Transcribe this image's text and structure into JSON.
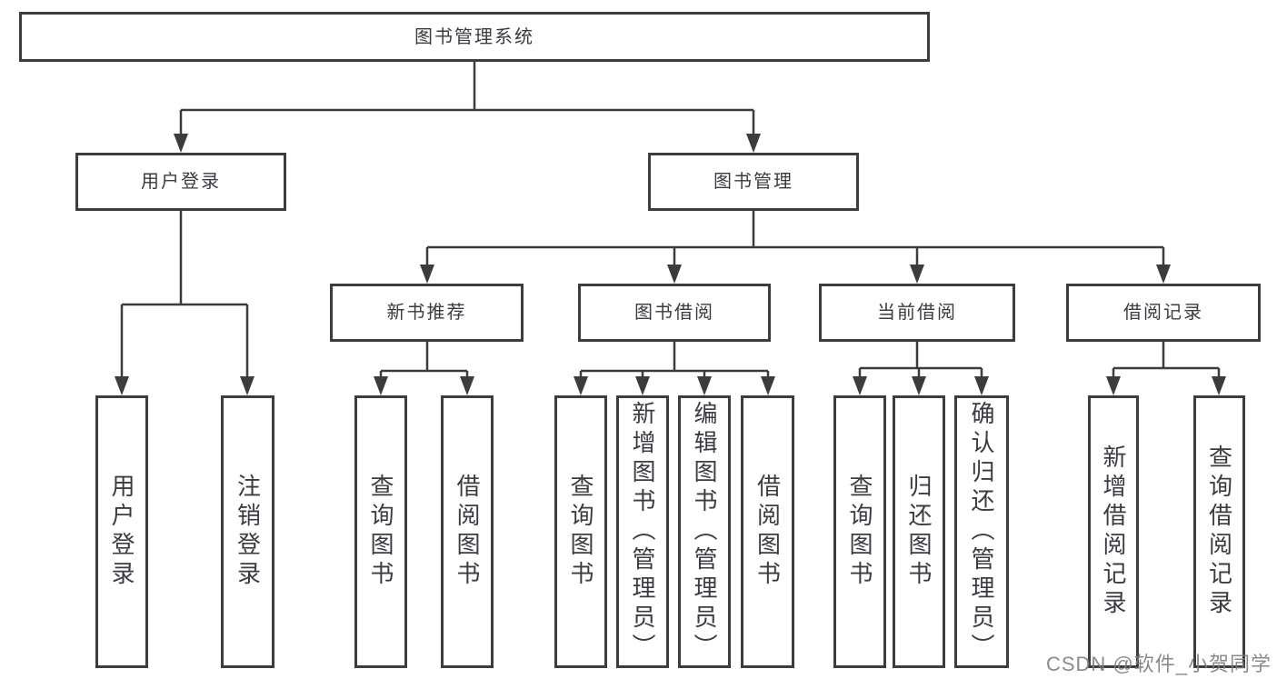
{
  "diagram": {
    "root": {
      "label": "图书管理系统"
    },
    "level2": [
      {
        "label": "用户登录"
      },
      {
        "label": "图书管理"
      }
    ],
    "level3": [
      {
        "label": "新书推荐"
      },
      {
        "label": "图书借阅"
      },
      {
        "label": "当前借阅"
      },
      {
        "label": "借阅记录"
      }
    ],
    "leaves": [
      {
        "label": "用户登录"
      },
      {
        "label": "注销登录"
      },
      {
        "label": "查询图书"
      },
      {
        "label": "借阅图书"
      },
      {
        "label": "查询图书"
      },
      {
        "label": "新增图书（管理员）"
      },
      {
        "label": "编辑图书（管理员）"
      },
      {
        "label": "借阅图书"
      },
      {
        "label": "查询图书"
      },
      {
        "label": "归还图书"
      },
      {
        "label": "确认归还（管理员）"
      },
      {
        "label": "新增借阅记录"
      },
      {
        "label": "查询借阅记录"
      }
    ]
  },
  "watermark": "CSDN @软件_小贺同学",
  "colors": {
    "line": "#3c3c3c",
    "box_border": "#3d3d3d",
    "text": "#3b3b41",
    "watermark": "#7d7d7d",
    "background": "#ffffff"
  }
}
